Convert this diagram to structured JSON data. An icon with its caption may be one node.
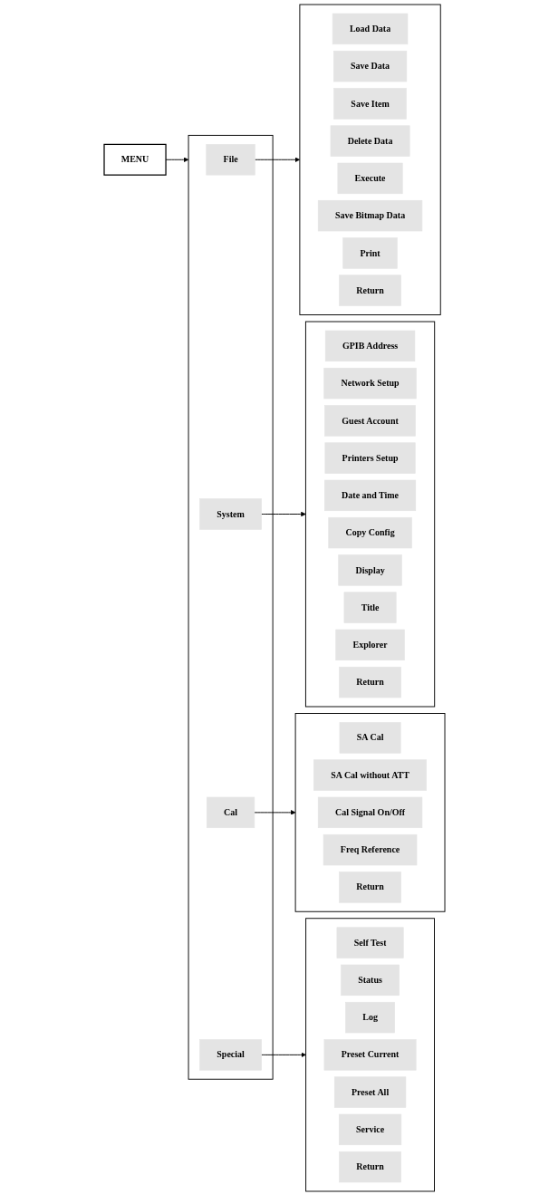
{
  "diagram": {
    "nodes": [
      {
        "text": [
          "MENU"
        ]
      },
      {
        "text": [],
        "shape": "bracket"
      },
      {
        "text": [
          "File"
        ],
        "in": 1
      },
      {
        "text": [
          "System"
        ],
        "in": 1
      },
      {
        "text": [
          "Cal"
        ],
        "in": 1
      },
      {
        "text": [
          "Special"
        ],
        "in": 1
      },
      {
        "text": [],
        "shape": "bracket"
      },
      {
        "text": [
          "Load Data"
        ],
        "in": 6
      },
      {
        "text": [
          "Save Data"
        ],
        "in": 6
      },
      {
        "text": [
          "Save Item"
        ],
        "in": 6
      },
      {
        "text": [
          "Delete Data"
        ],
        "in": 6
      },
      {
        "text": [
          "Execute"
        ],
        "in": 6
      },
      {
        "text": [
          "Save Bitmap Data"
        ],
        "in": 6
      },
      {
        "text": [
          "Print"
        ],
        "in": 6
      },
      {
        "text": [
          "Return"
        ],
        "in": 6
      },
      {
        "text": [],
        "shape": "bracket"
      },
      {
        "text": [
          "GPIB Address"
        ],
        "in": 15
      },
      {
        "text": [
          "Network Setup"
        ],
        "in": 15
      },
      {
        "text": [
          "Guest Account"
        ],
        "in": 15
      },
      {
        "text": [
          "Printers Setup"
        ],
        "in": 15
      },
      {
        "text": [
          "Date and Time"
        ],
        "in": 15
      },
      {
        "text": [
          "Copy Config"
        ],
        "in": 15
      },
      {
        "text": [
          "Display"
        ],
        "in": 15
      },
      {
        "text": [
          "Title"
        ],
        "in": 15
      },
      {
        "text": [
          "Explorer"
        ],
        "in": 15
      },
      {
        "text": [
          "Return"
        ],
        "in": 15
      },
      {
        "text": [],
        "shape": "bracket"
      },
      {
        "text": [
          "SA Cal"
        ],
        "in": 26
      },
      {
        "text": [
          "SA Cal without ATT"
        ],
        "in": 26
      },
      {
        "text": [
          "Cal Signal On/Off"
        ],
        "in": 26
      },
      {
        "text": [
          "Freq Reference"
        ],
        "in": 26
      },
      {
        "text": [
          "Return"
        ],
        "in": 26
      },
      {
        "text": [],
        "shape": "bracket"
      },
      {
        "text": [
          "Self Test"
        ],
        "in": 32
      },
      {
        "text": [
          "Status"
        ],
        "in": 32
      },
      {
        "text": [
          "Log"
        ],
        "in": 32
      },
      {
        "text": [
          "Preset Current"
        ],
        "in": 32
      },
      {
        "text": [
          "Preset All"
        ],
        "in": 32
      },
      {
        "text": [
          "Service"
        ],
        "in": 32
      },
      {
        "text": [
          "Return"
        ],
        "in": 32
      }
    ],
    "edges": [
      {
        "from": 0,
        "to": 1,
        "arrow": "to"
      },
      {
        "from": 2,
        "to": 6,
        "arrow": "to"
      },
      {
        "from": 3,
        "to": 15,
        "arrow": "to"
      },
      {
        "from": 4,
        "to": 26,
        "arrow": "to"
      },
      {
        "from": 5,
        "to": 32,
        "arrow": "to"
      }
    ]
  }
}
